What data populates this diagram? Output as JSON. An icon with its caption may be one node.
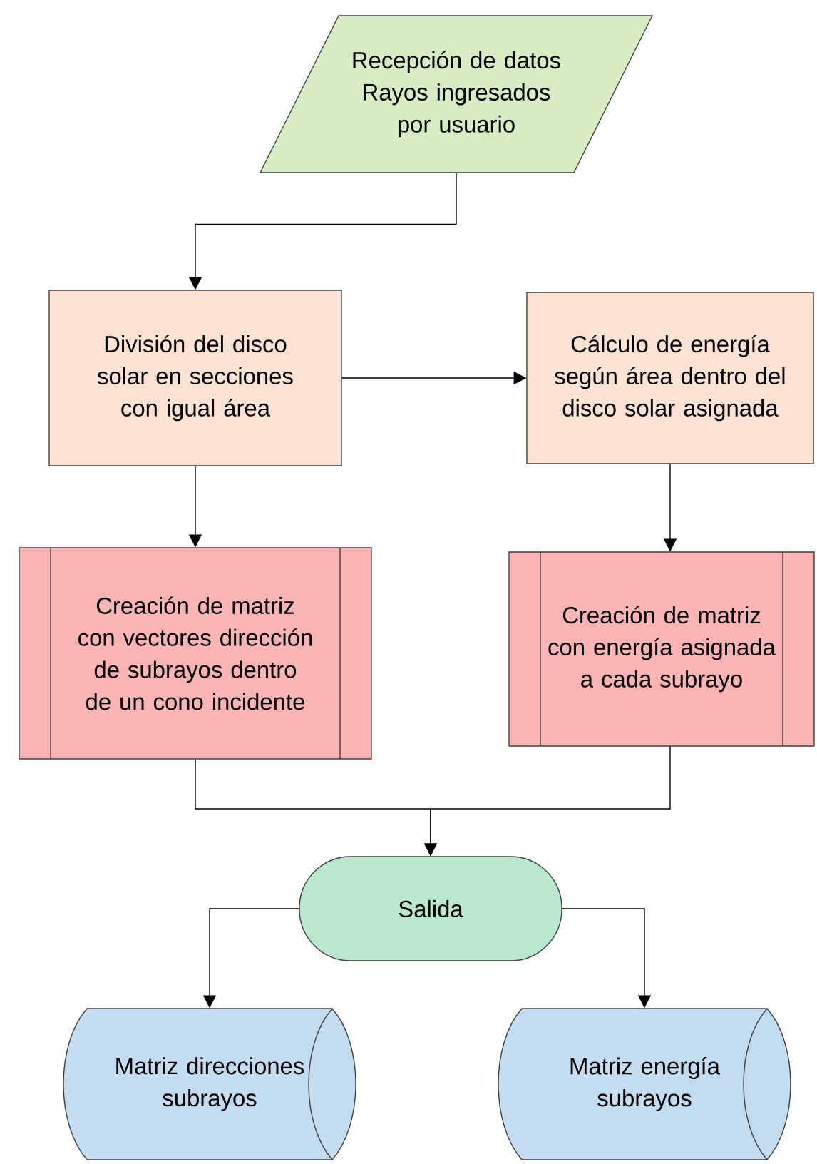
{
  "diagram": {
    "nodes": [
      {
        "text": [
          "Recepción de datos Rayos ingresados por usuario"
        ]
      },
      {
        "text": [
          "División del disco solar en secciones con igual área"
        ]
      },
      {
        "text": [
          "Cálculo de energía según área dentro del disco solar asignada"
        ]
      },
      {
        "text": [
          "Creación de matriz con vectores dirección de subrayos dentro de un cono incidente"
        ]
      },
      {
        "text": [
          "Creación de matriz con energía asignada a cada subrayo"
        ]
      },
      {
        "text": [
          "Salida"
        ]
      },
      {
        "text": [
          "Matriz direcciones subrayos"
        ]
      },
      {
        "text": [
          "Matriz energía subrayos"
        ]
      }
    ],
    "edges": [
      {
        "from": 0,
        "to": 1,
        "arrow": "to"
      },
      {
        "from": 1,
        "to": 2,
        "arrow": "to"
      },
      {
        "from": 1,
        "to": 3,
        "arrow": "to"
      },
      {
        "from": 2,
        "to": 4,
        "arrow": "to"
      },
      {
        "from": 3,
        "to": 5,
        "arrow": "to"
      },
      {
        "from": 4,
        "to": 5,
        "arrow": "to"
      },
      {
        "from": 5,
        "to": 6,
        "arrow": "to"
      },
      {
        "from": 5,
        "to": 7,
        "arrow": "to"
      }
    ]
  }
}
